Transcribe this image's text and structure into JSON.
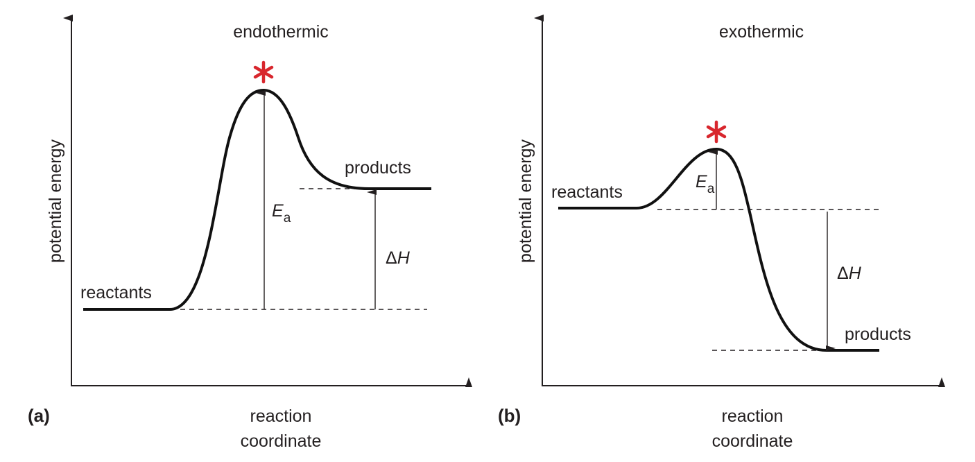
{
  "panels": [
    {
      "label": "(a)",
      "title": "endothermic",
      "y_axis_label": "potential energy",
      "x_axis_label_line1": "reaction",
      "x_axis_label_line2": "coordinate",
      "reactants_label": "reactants",
      "products_label": "products",
      "ea_label": "E",
      "ea_subscript": "a",
      "dh_label_delta": "Δ",
      "dh_label_h": "H"
    },
    {
      "label": "(b)",
      "title": "exothermic",
      "y_axis_label": "potential energy",
      "x_axis_label_line1": "reaction",
      "x_axis_label_line2": "coordinate",
      "reactants_label": "reactants",
      "products_label": "products",
      "ea_label": "E",
      "ea_subscript": "a",
      "dh_label_delta": "Δ",
      "dh_label_h": "H"
    }
  ],
  "colors": {
    "transition_state": "#d8262d",
    "curve": "#111111"
  }
}
